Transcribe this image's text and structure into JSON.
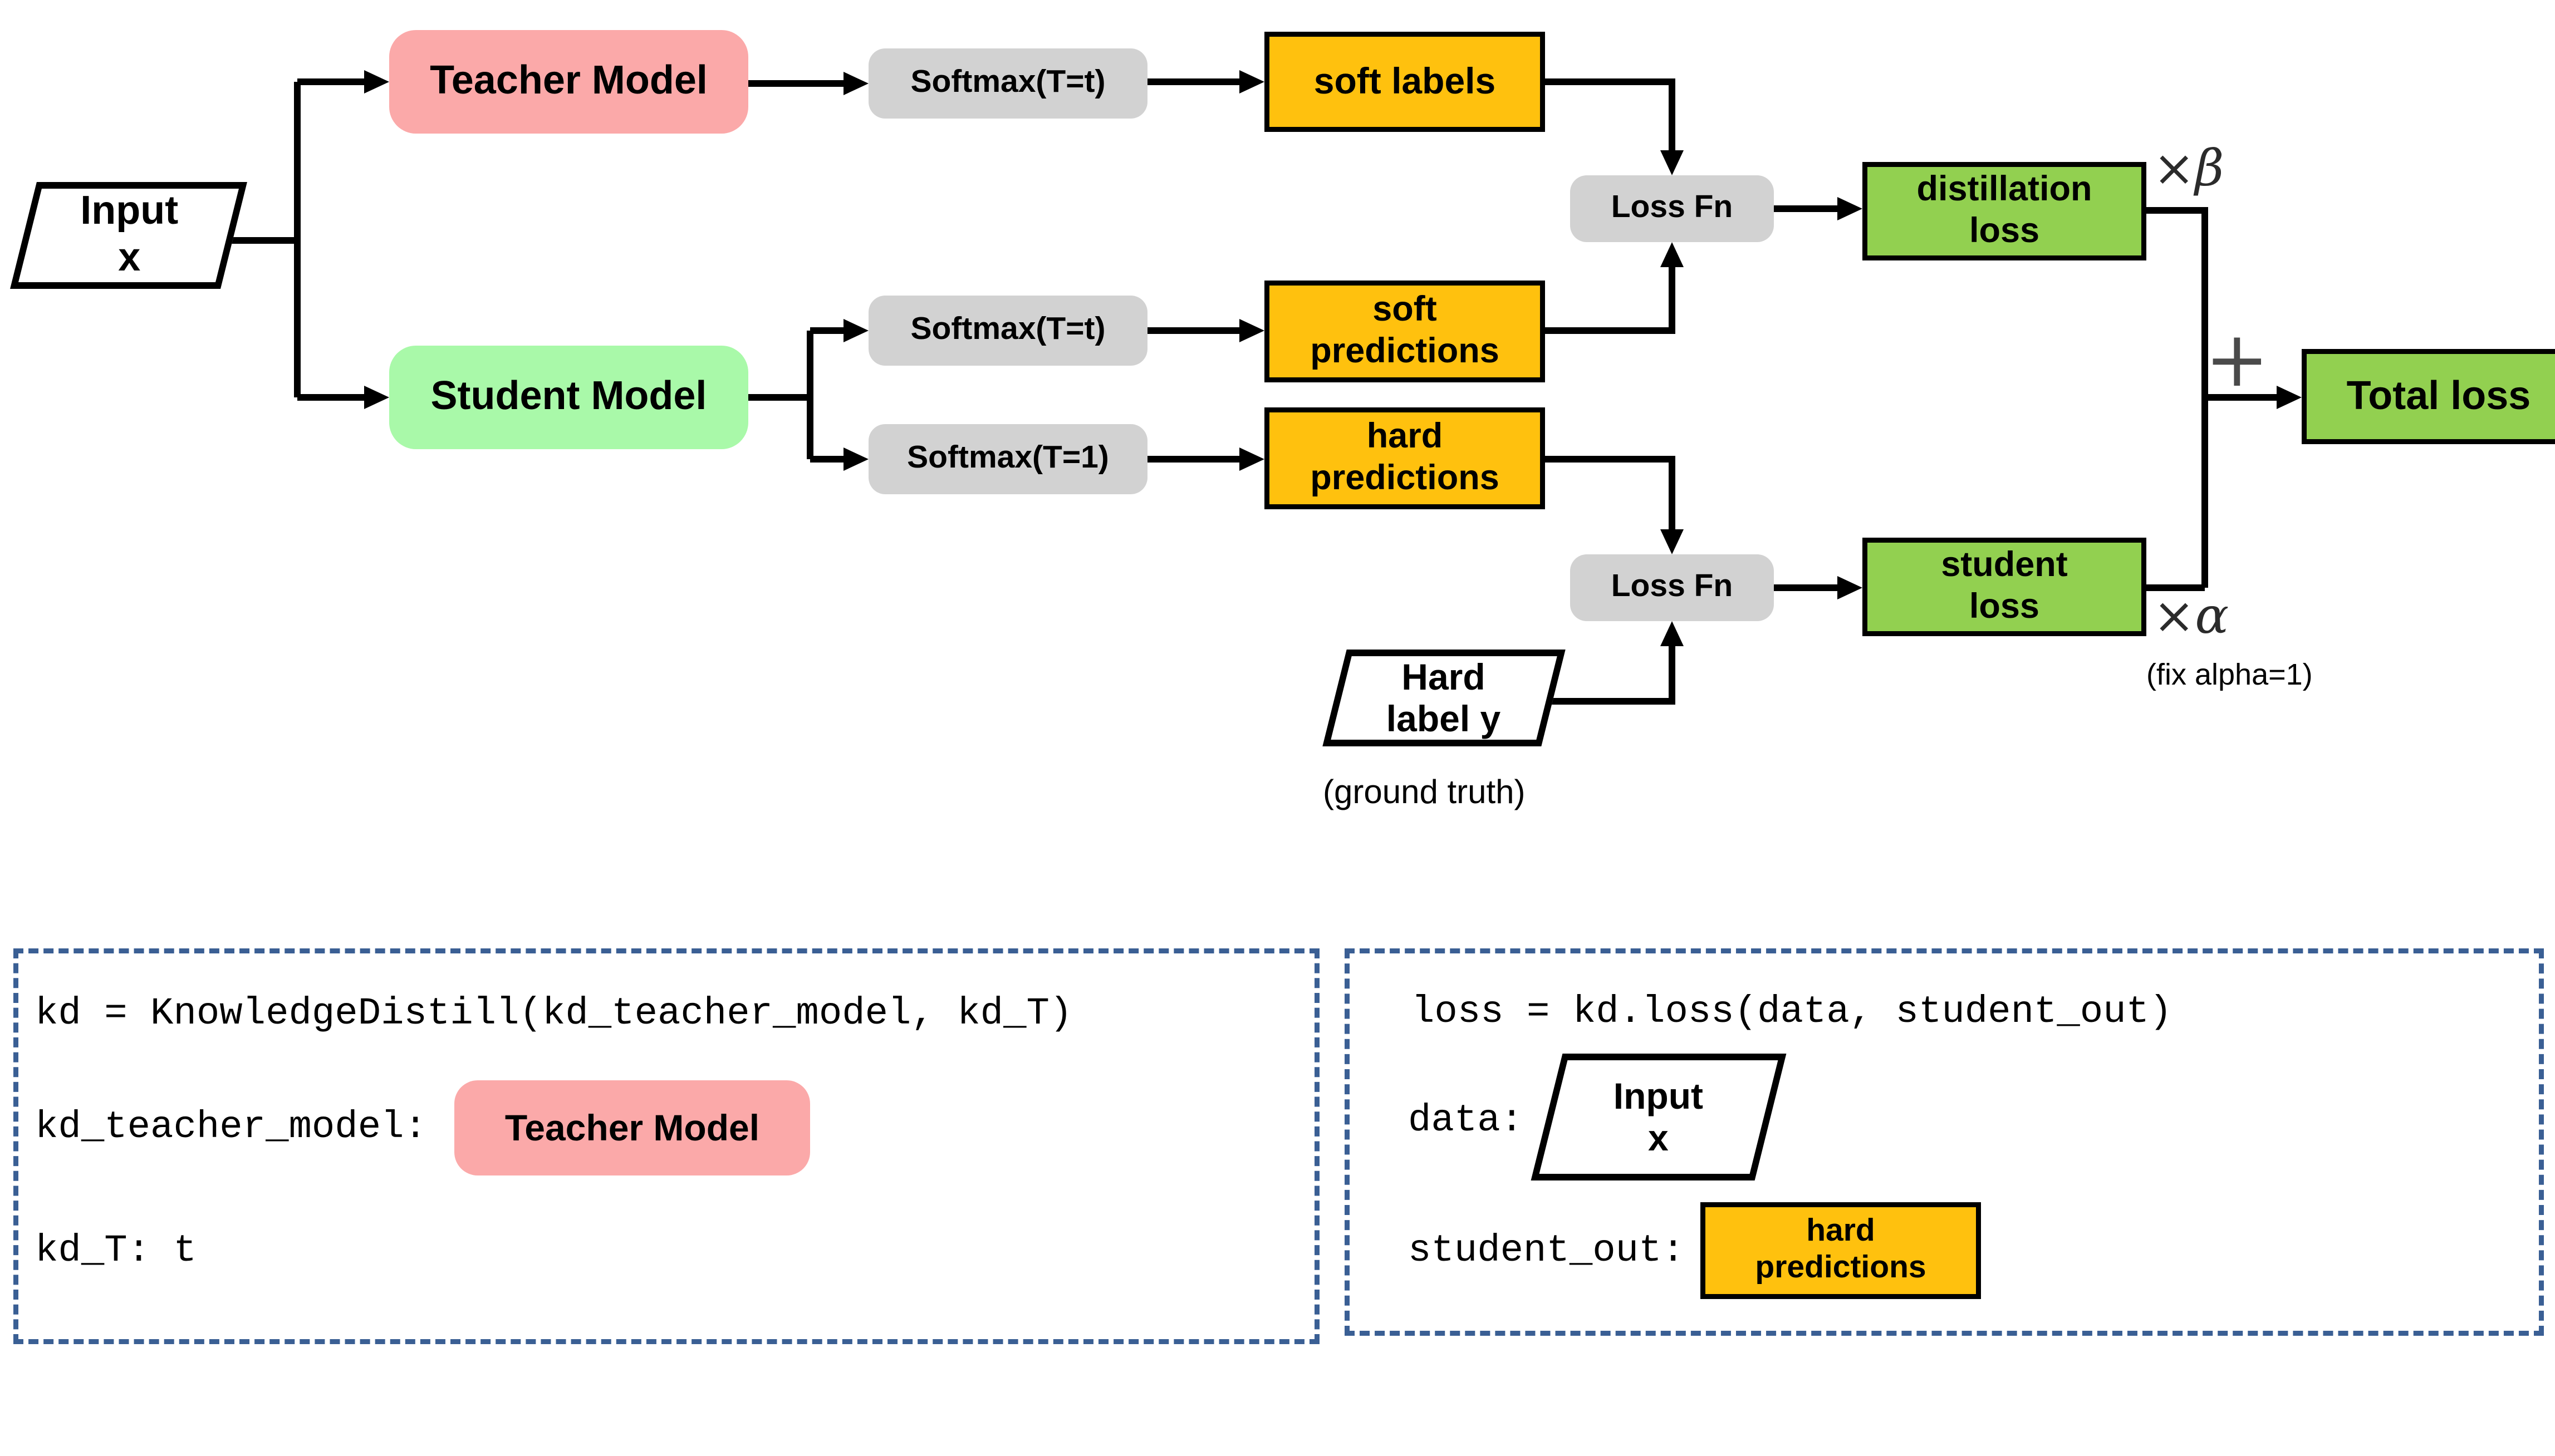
{
  "colors": {
    "teacher_pink": "#FBA9A9",
    "student_green": "#A9F9A9",
    "prediction_orange": "#FFC10E",
    "softmax_gray": "#D2D2D2",
    "loss_green": "#92D050",
    "panel_border_blue": "#3A5F94",
    "line_black": "#000000"
  },
  "diagram": {
    "nodes": {
      "input_x": {
        "label": "Input\nx"
      },
      "teacher_model": {
        "label": "Teacher Model"
      },
      "student_model": {
        "label": "Student Model"
      },
      "softmax_teacher": {
        "label": "Softmax(T=t)"
      },
      "softmax_student_soft": {
        "label": "Softmax(T=t)"
      },
      "softmax_student_hard": {
        "label": "Softmax(T=1)"
      },
      "soft_labels": {
        "label": "soft labels"
      },
      "soft_predictions": {
        "label": "soft\npredictions"
      },
      "hard_predictions": {
        "label": "hard\npredictions"
      },
      "loss_fn_distillation": {
        "label": "Loss Fn"
      },
      "loss_fn_student": {
        "label": "Loss Fn"
      },
      "distillation_loss": {
        "label": "distillation\nloss"
      },
      "student_loss": {
        "label": "student\nloss"
      },
      "total_loss": {
        "label": "Total loss"
      },
      "hard_label_y": {
        "label": "Hard\nlabel y"
      }
    },
    "annotations": {
      "times_beta": "×β",
      "times_alpha": "×α",
      "plus_sign": "+",
      "fix_alpha_note": "(fix alpha=1)",
      "ground_truth_note": "(ground truth)"
    }
  },
  "code_panels": {
    "kd_init": {
      "line1": "kd = KnowledgeDistill(kd_teacher_model, kd_T)",
      "teacher_param_label": "kd_teacher_model:",
      "teacher_param_value": "Teacher Model",
      "temperature_line": "kd_T: t"
    },
    "kd_loss": {
      "line1": "loss = kd.loss(data, student_out)",
      "data_param_label": "data:",
      "data_param_value": "Input\nx",
      "student_out_label": "student_out:",
      "student_out_value": "hard\npredictions"
    }
  }
}
